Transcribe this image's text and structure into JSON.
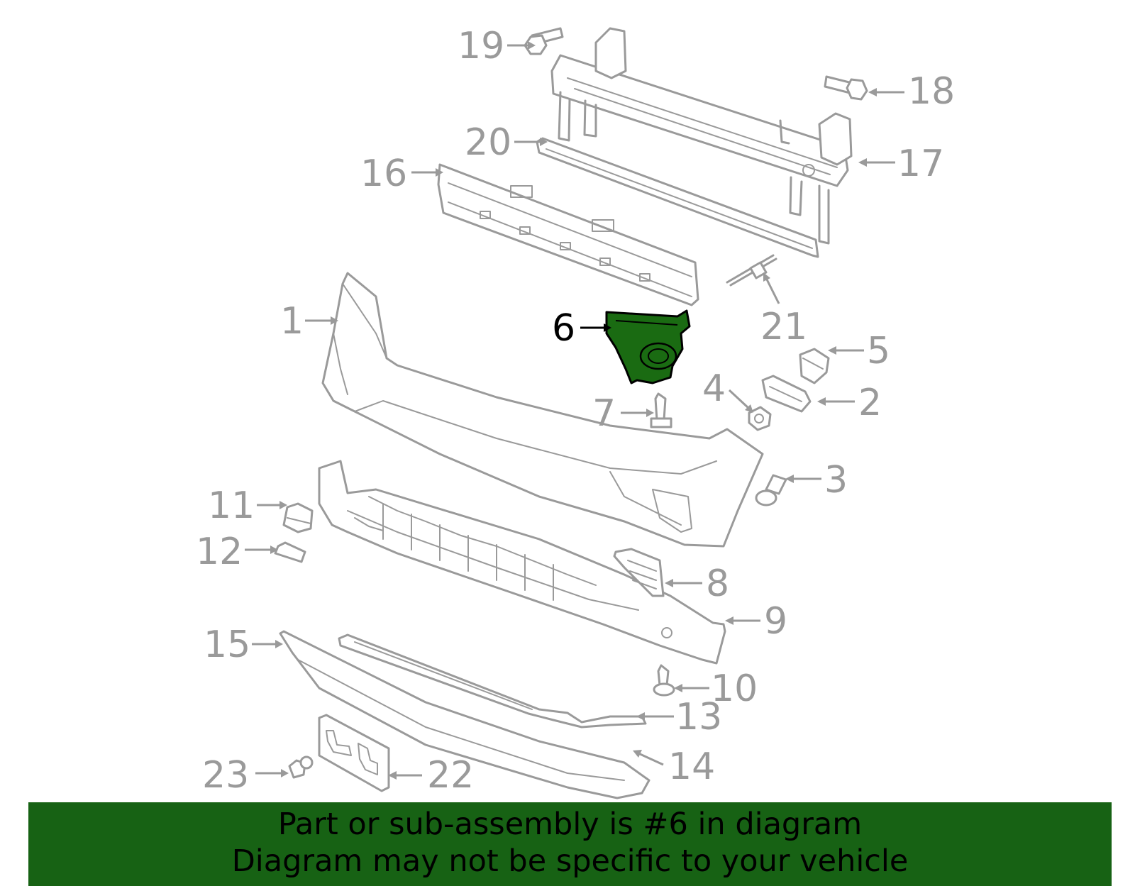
{
  "diagram": {
    "highlight_color": "#1a6b12",
    "callouts": [
      {
        "id": "1",
        "label": "1"
      },
      {
        "id": "2",
        "label": "2"
      },
      {
        "id": "3",
        "label": "3"
      },
      {
        "id": "4",
        "label": "4"
      },
      {
        "id": "5",
        "label": "5"
      },
      {
        "id": "6",
        "label": "6",
        "highlighted": true
      },
      {
        "id": "7",
        "label": "7"
      },
      {
        "id": "8",
        "label": "8"
      },
      {
        "id": "9",
        "label": "9"
      },
      {
        "id": "10",
        "label": "10"
      },
      {
        "id": "11",
        "label": "11"
      },
      {
        "id": "12",
        "label": "12"
      },
      {
        "id": "13",
        "label": "13"
      },
      {
        "id": "14",
        "label": "14"
      },
      {
        "id": "15",
        "label": "15"
      },
      {
        "id": "16",
        "label": "16"
      },
      {
        "id": "17",
        "label": "17"
      },
      {
        "id": "18",
        "label": "18"
      },
      {
        "id": "19",
        "label": "19"
      },
      {
        "id": "20",
        "label": "20"
      },
      {
        "id": "21",
        "label": "21"
      },
      {
        "id": "22",
        "label": "22"
      },
      {
        "id": "23",
        "label": "23"
      }
    ]
  },
  "banner": {
    "color": "#176214",
    "line1": "Part or sub-assembly is #6 in diagram",
    "line2": "Diagram may not be specific to your vehicle"
  }
}
